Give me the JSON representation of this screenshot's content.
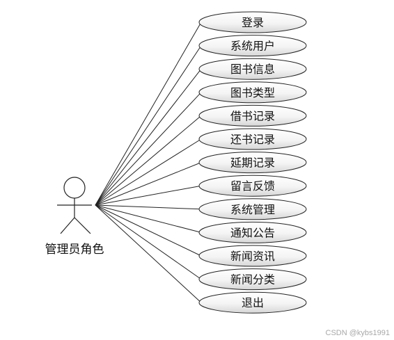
{
  "actor": {
    "label": "管理员角色",
    "icon": "stick-figure-icon"
  },
  "use_cases": [
    "登录",
    "系统用户",
    "图书信息",
    "图书类型",
    "借书记录",
    "还书记录",
    "延期记录",
    "留言反馈",
    "系统管理",
    "通知公告",
    "新闻资讯",
    "新闻分类",
    "退出"
  ],
  "watermark": "CSDN @kybs1991",
  "colors": {
    "oval_top": "#ffffff",
    "oval_bottom": "#d9d9d9",
    "stroke": "#222222",
    "text": "#111111"
  }
}
